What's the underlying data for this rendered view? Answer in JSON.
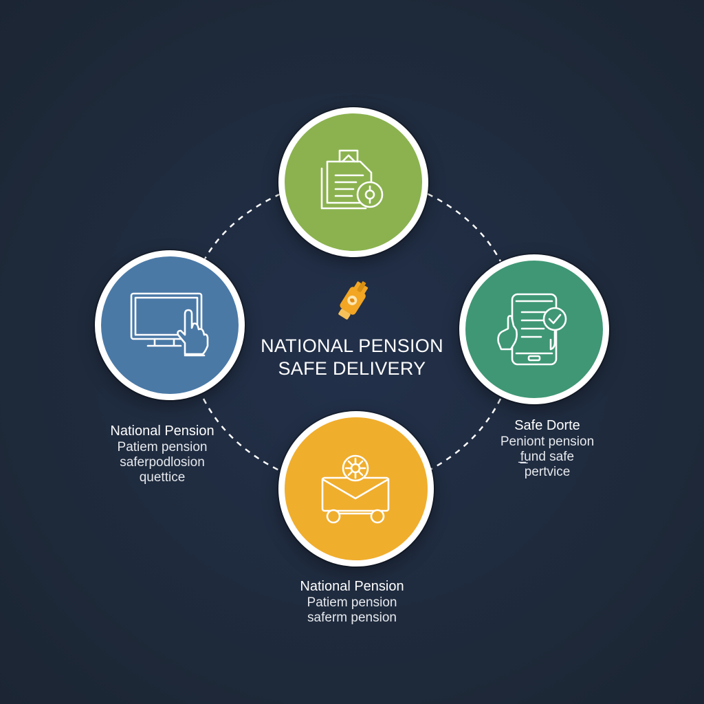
{
  "diagram": {
    "title_line1": "NATIONAL PENSION",
    "title_line2": "SAFE DELIVERY",
    "center_icon": "usb-drive-icon",
    "colors": {
      "background": "#1f2a3a",
      "node_top": "#8bb24f",
      "node_left": "#4a79a6",
      "node_right": "#3f9775",
      "node_bottom": "#f0ae2d",
      "ring": "#ffffff",
      "accent": "#f2a623"
    },
    "nodes": [
      {
        "position": "top",
        "icon": "document-certificate-icon"
      },
      {
        "position": "left",
        "icon": "computer-touch-icon"
      },
      {
        "position": "right",
        "icon": "mobile-verified-icon"
      },
      {
        "position": "bottom",
        "icon": "mail-delivery-cart-icon"
      }
    ],
    "labels": {
      "left": {
        "title": "National Pension",
        "lines": [
          "Patiem pension",
          "saferpodlosion",
          "quettice"
        ]
      },
      "right": {
        "title": "Safe Dorte",
        "lines": [
          "Peniont pension",
          "f̲̲und safe",
          "pertvice"
        ]
      },
      "bottom": {
        "title": "National Pension",
        "lines": [
          "Patiem pension",
          "saferm pension"
        ]
      }
    }
  }
}
